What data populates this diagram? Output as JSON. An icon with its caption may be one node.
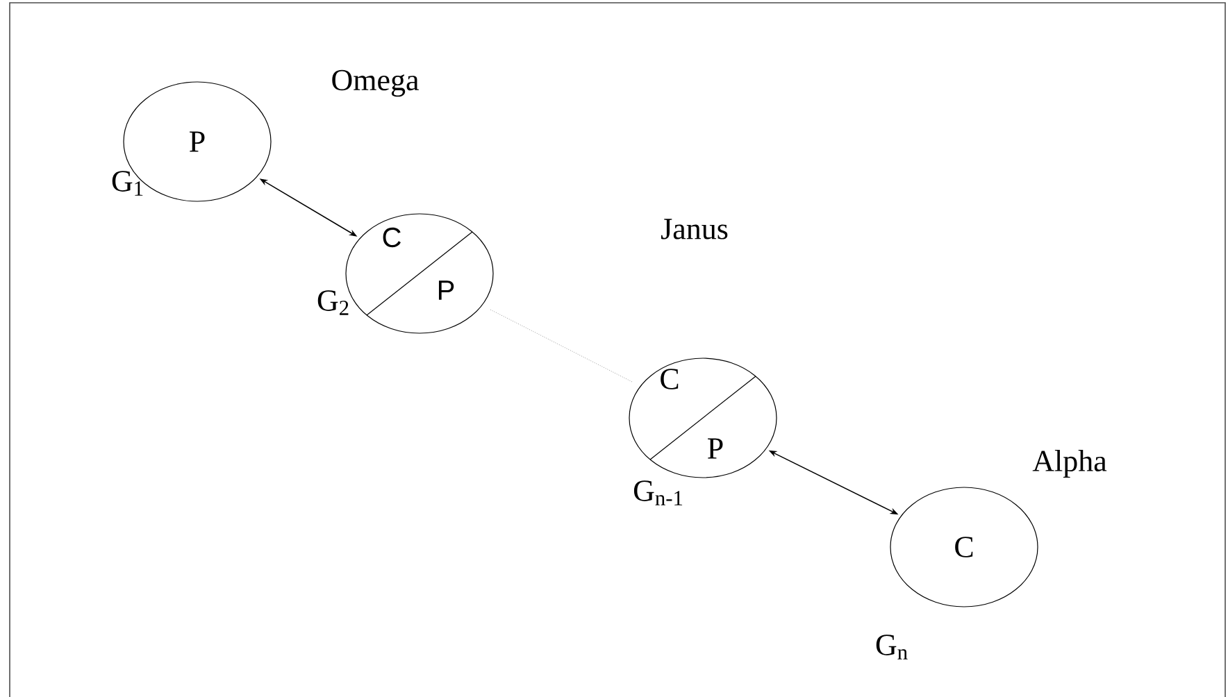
{
  "diagram": {
    "nodes": [
      {
        "text": [
          "P"
        ],
        "beside": [
          "Omega",
          "G$_{1}$"
        ]
      },
      {
        "text": [
          "C",
          "P"
        ],
        "beside": [
          "G$_{2}$"
        ]
      },
      {
        "text": [
          "C",
          "P"
        ],
        "beside": [
          "G$_{n-1}$"
        ]
      },
      {
        "text": [
          "C"
        ],
        "beside": [
          "Alpha",
          "G$_{n}$"
        ]
      }
    ],
    "edges": [
      {
        "from": 0,
        "to": 1,
        "arrow": "both"
      },
      {
        "from": 1,
        "to": 2,
        "arrow": "none",
        "style": "dashed",
        "color": "#999999"
      },
      {
        "from": 2,
        "to": 3,
        "arrow": "both"
      }
    ],
    "labels": [
      "Janus"
    ]
  }
}
